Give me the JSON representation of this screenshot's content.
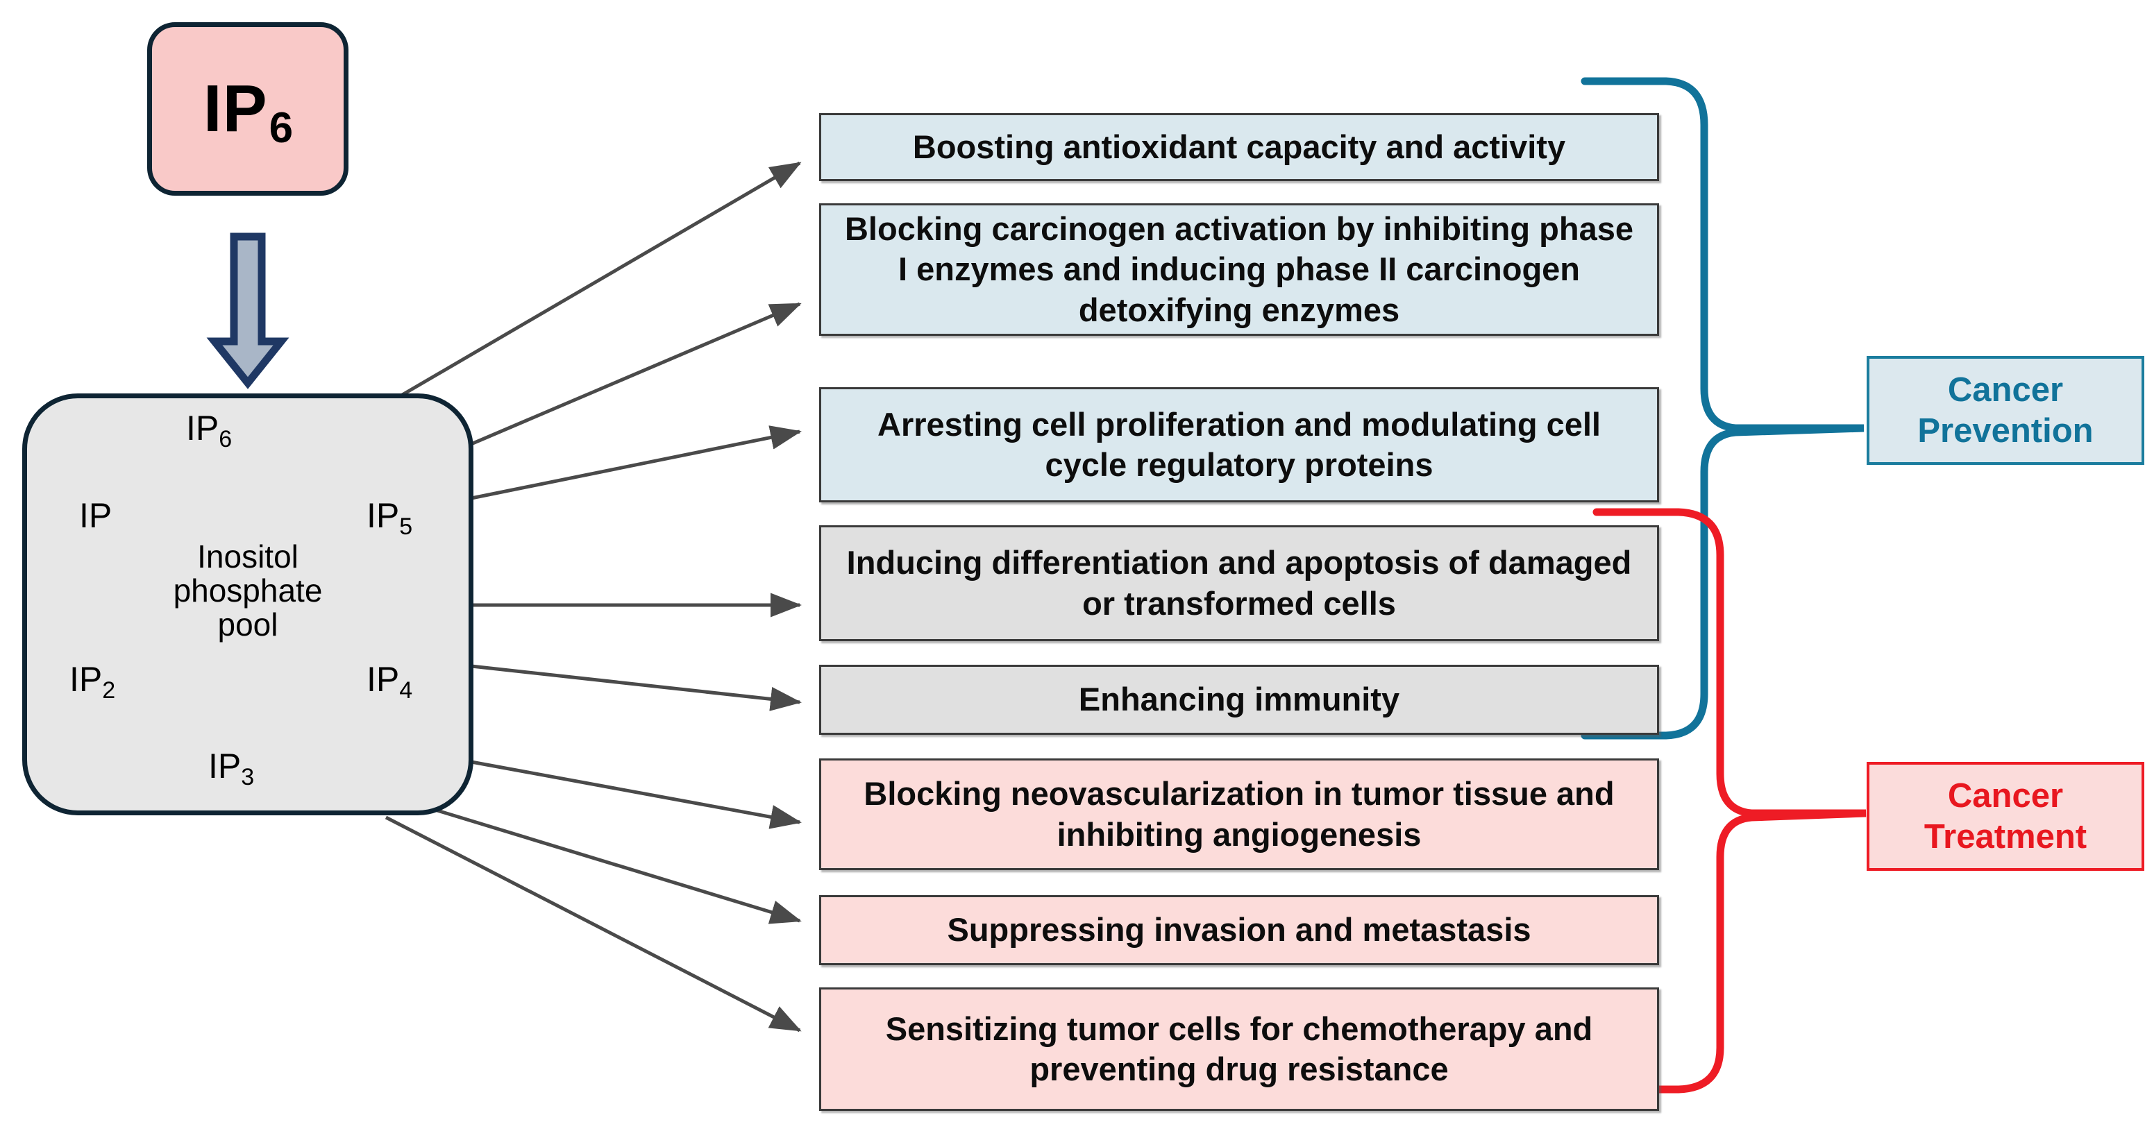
{
  "source_node": {
    "label": "IP",
    "subscript": "6",
    "fill_color": "#f9c9c8",
    "border_color": "#0e2433"
  },
  "flow_arrow": {
    "name": "down-block-arrow",
    "fill_color": "#a9b6c7",
    "border_color": "#1f3864"
  },
  "pool_node": {
    "center_text": "Inositol\nphosphate\npool",
    "center_line_1": "Inositol",
    "center_line_2": "phosphate",
    "center_line_3": "pool",
    "fill_color": "#e7e7e7",
    "border_color": "#0e2433",
    "cycle_labels": [
      {
        "id": "ip6",
        "base": "IP",
        "sub": "6"
      },
      {
        "id": "ip5",
        "base": "IP",
        "sub": "5"
      },
      {
        "id": "ip4",
        "base": "IP",
        "sub": "4"
      },
      {
        "id": "ip3",
        "base": "IP",
        "sub": "3"
      },
      {
        "id": "ip2",
        "base": "IP",
        "sub": "2"
      },
      {
        "id": "ip",
        "base": "IP",
        "sub": ""
      }
    ]
  },
  "mechanisms": [
    {
      "id": "boosting-antioxidant",
      "text": "Boosting antioxidant capacity and activity",
      "group": "prevention",
      "fill_color": "#dae8ee"
    },
    {
      "id": "blocking-carcinogen-activation",
      "text": "Blocking carcinogen activation by inhibiting phase I enzymes and inducing phase II carcinogen detoxifying enzymes",
      "group": "prevention",
      "fill_color": "#dae8ee"
    },
    {
      "id": "arresting-cell-proliferation",
      "text": "Arresting cell proliferation and modulating cell cycle regulatory proteins",
      "group": "prevention",
      "fill_color": "#dae8ee"
    },
    {
      "id": "inducing-differentiation-apoptosis",
      "text": "Inducing differentiation and apoptosis of damaged or transformed cells",
      "group": "both",
      "fill_color": "#e0e0e0"
    },
    {
      "id": "enhancing-immunity",
      "text": "Enhancing immunity",
      "group": "both",
      "fill_color": "#e0e0e0"
    },
    {
      "id": "blocking-neovascularization",
      "text": "Blocking neovascularization in tumor tissue and inhibiting angiogenesis",
      "group": "treatment",
      "fill_color": "#fcdcda"
    },
    {
      "id": "suppressing-invasion-metastasis",
      "text": "Suppressing invasion and metastasis",
      "group": "treatment",
      "fill_color": "#fcdcda"
    },
    {
      "id": "sensitizing-tumor-cells",
      "text": "Sensitizing tumor cells for chemotherapy and preventing drug resistance",
      "group": "treatment",
      "fill_color": "#fcdcda"
    }
  ],
  "outcomes": [
    {
      "id": "cancer-prevention",
      "line1": "Cancer",
      "line2": "Prevention",
      "accent_color": "#11739a",
      "fill_color": "#dce8ee"
    },
    {
      "id": "cancer-treatment",
      "line1": "Cancer",
      "line2": "Treatment",
      "accent_color": "#e8171f",
      "fill_color": "#fbdcdb"
    }
  ],
  "connector_arrows": {
    "name": "pool-to-mechanism-arrows",
    "count": 8,
    "color": "#4a4a4a"
  },
  "brackets": [
    {
      "id": "prevention-bracket",
      "color": "#11739a"
    },
    {
      "id": "treatment-bracket",
      "color": "#ee1c25"
    }
  ]
}
